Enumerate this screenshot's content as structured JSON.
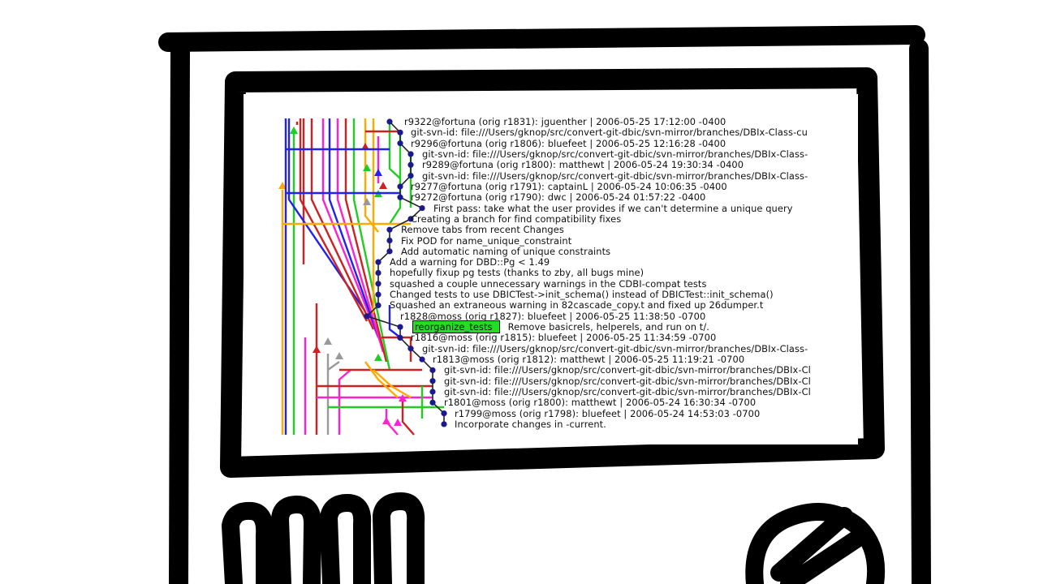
{
  "screen": {
    "tag": "reorganize_tests",
    "lines": [
      "r9322@fortuna (orig r1831):  jguenther | 2006-05-25 17:12:00 -0400",
      "git-svn-id: file:///Users/gknop/src/convert-git-dbic/svn-mirror/branches/DBIx-Class-cu",
      "r9296@fortuna (orig r1806):  bluefeet | 2006-05-25 12:16:28 -0400",
      "git-svn-id: file:///Users/gknop/src/convert-git-dbic/svn-mirror/branches/DBIx-Class-",
      "r9289@fortuna (orig r1800):  matthewt | 2006-05-24 19:30:34 -0400",
      "git-svn-id: file:///Users/gknop/src/convert-git-dbic/svn-mirror/branches/DBIx-Class-",
      "r9277@fortuna (orig r1791):  captainL | 2006-05-24 10:06:35 -0400",
      "r9272@fortuna (orig r1790):  dwc | 2006-05-24 01:57:22 -0400",
      "First pass: take what the user provides if we can't determine a unique query",
      "Creating a branch for find compatibility fixes",
      "Remove tabs from recent Changes",
      "Fix POD for name_unique_constraint",
      "Add automatic naming of unique constraints",
      "Add a warning for DBD::Pg < 1.49",
      "hopefully fixup pg tests (thanks to zby, all bugs mine)",
      "squashed a couple unnecessary warnings in the CDBI-compat tests",
      "Changed tests to use DBICTest->init_schema() instead of DBICTest::init_schema()",
      "Squashed an extraneous warning in 82cascade_copy.t and fixed up 26dumper.t",
      "r1828@moss (orig r1827):  bluefeet | 2006-05-25 11:38:50 -0700",
      "Remove basicrels, helperels, and run on t/.",
      "r1816@moss (orig r1815):  bluefeet | 2006-05-25 11:34:59 -0700",
      "git-svn-id: file:///Users/gknop/src/convert-git-dbic/svn-mirror/branches/DBIx-Class-",
      "r1813@moss (orig r1812):  matthewt | 2006-05-25 11:19:21 -0700",
      "git-svn-id: file:///Users/gknop/src/convert-git-dbic/svn-mirror/branches/DBIx-Cl",
      "git-svn-id: file:///Users/gknop/src/convert-git-dbic/svn-mirror/branches/DBIx-Cl",
      "git-svn-id: file:///Users/gknop/src/convert-git-dbic/svn-mirror/branches/DBIx-Cl",
      "r1801@moss (orig r1800):  matthewt | 2006-05-24 16:30:34 -0700",
      "r1799@moss (orig r1798):  bluefeet | 2006-05-24 14:53:03 -0700",
      "Incorporate changes in -current."
    ]
  },
  "colors": {
    "ink": "#000000",
    "tag_bg": "#22dd22",
    "commit_dot": "#1a1a8c",
    "lanes": [
      "#ffaa00",
      "#22cc22",
      "#2222ee",
      "#cc2222",
      "#ff22cc",
      "#999999"
    ]
  }
}
